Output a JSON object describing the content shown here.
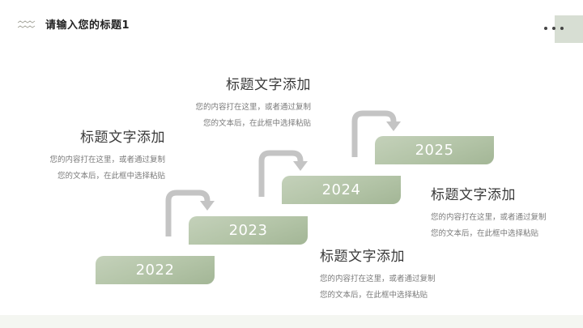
{
  "header": {
    "title": "请输入您的标题1",
    "icon": "wave-lines-icon",
    "menu_icon": "more-dots-icon"
  },
  "colors": {
    "bar_green": "#b3c4a7",
    "arrow_gray": "#c4c4c4",
    "corner_block": "#d7ded3",
    "footer_band": "#f4f6f1"
  },
  "timeline": {
    "years": [
      "2022",
      "2023",
      "2024",
      "2025"
    ]
  },
  "blocks": [
    {
      "title": "标题文字添加",
      "line1": "您的内容打在这里，或者通过复制",
      "line2": "您的文本后，在此框中选择粘贴"
    },
    {
      "title": "标题文字添加",
      "line1": "您的内容打在这里，或者通过复制",
      "line2": "您的文本后，在此框中选择粘贴"
    },
    {
      "title": "标题文字添加",
      "line1": "您的内容打在这里，或者通过复制",
      "line2": "您的文本后，在此框中选择粘贴"
    },
    {
      "title": "标题文字添加",
      "line1": "您的内容打在这里，或者通过复制",
      "line2": "您的文本后，在此框中选择粘贴"
    }
  ]
}
